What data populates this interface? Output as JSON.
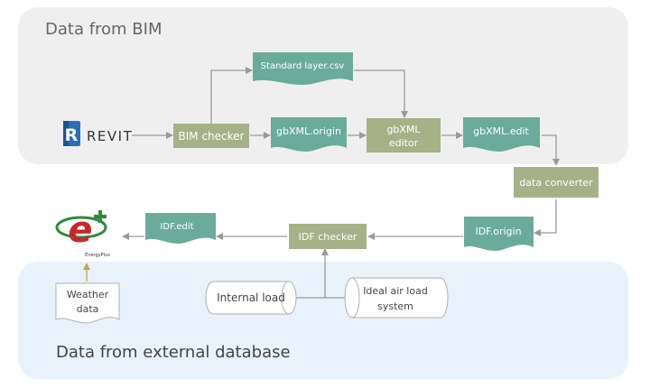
{
  "regions": {
    "bim_label": "Data from BIM",
    "external_label": "Data from external database"
  },
  "revit": {
    "logo_letter": "R",
    "label": "REVIT"
  },
  "nodes": {
    "bim_checker": "BIM checker",
    "standard_layer": "Standard layer.csv",
    "gbxml_origin": "gbXML.origin",
    "gbxml_editor_line1": "gbXML",
    "gbxml_editor_line2": "editor",
    "gbxml_edit": "gbXML.edit",
    "data_converter": "data converter",
    "idf_origin": "IDF.origin",
    "idf_checker": "IDF checker",
    "idf_edit": "IDF.edit",
    "internal_load": "Internal load",
    "ideal_air_line1": "Ideal air load",
    "ideal_air_line2": "system",
    "weather_line1": "Weather",
    "weather_line2": "data"
  },
  "energyplus": {
    "letter": "e",
    "label": "EnergyPlus"
  },
  "colors": {
    "process_fill": "#a5b187",
    "document_fill": "#6aab9c",
    "arrow": "#9a9a9a",
    "bim_region": "#efefef",
    "external_region": "#e9f2fb",
    "revit_blue": "#2a6fb6"
  }
}
